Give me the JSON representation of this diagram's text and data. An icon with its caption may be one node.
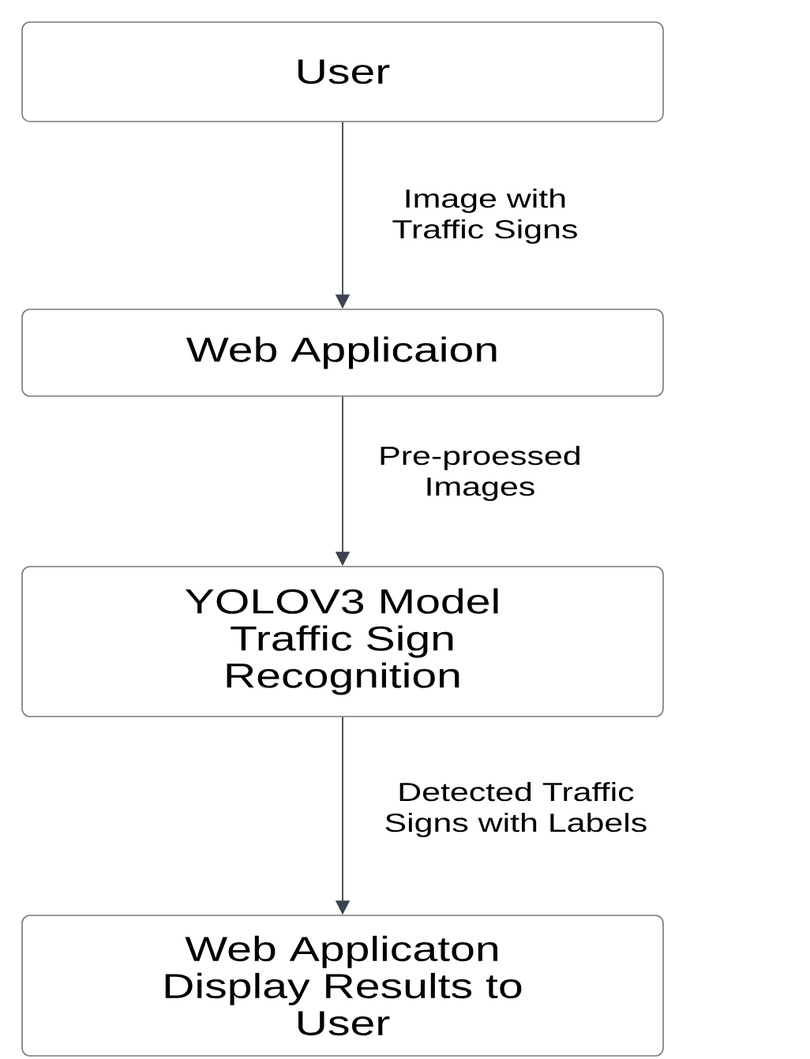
{
  "diagram": {
    "nodes": [
      {
        "text": [
          "User"
        ]
      },
      {
        "text": [
          "Web Applicaion"
        ]
      },
      {
        "text": [
          "YOLOV3 Model Traffic Sign Recognition"
        ]
      },
      {
        "text": [
          "Web Applicaton Display Results to User"
        ]
      }
    ],
    "edges": [
      {
        "from": 0,
        "to": 1,
        "arrow": "to",
        "label": "Image with Traffic Signs"
      },
      {
        "from": 1,
        "to": 2,
        "arrow": "to",
        "label": "Pre-proessed Images"
      },
      {
        "from": 2,
        "to": 3,
        "arrow": "to",
        "label": "Detected Traffic Signs with Labels"
      }
    ]
  }
}
